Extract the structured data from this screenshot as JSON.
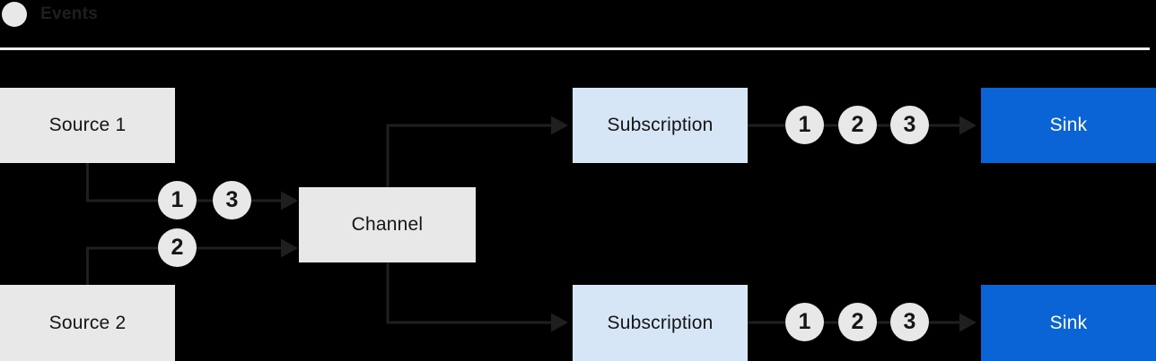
{
  "legend": {
    "label": "Events",
    "icon": "event-circle-icon"
  },
  "nodes": {
    "source1": {
      "label": "Source 1"
    },
    "source2": {
      "label": "Source 2"
    },
    "channel": {
      "label": "Channel"
    },
    "subscription_top": {
      "label": "Subscription"
    },
    "subscription_bottom": {
      "label": "Subscription"
    },
    "sink_top": {
      "label": "Sink"
    },
    "sink_bottom": {
      "label": "Sink"
    }
  },
  "events": {
    "source1_to_channel": [
      "1",
      "3"
    ],
    "source2_to_channel": [
      "2"
    ],
    "subscription_top_to_sink": [
      "1",
      "2",
      "3"
    ],
    "subscription_bottom_to_sink": [
      "1",
      "2",
      "3"
    ]
  },
  "colors": {
    "background": "#000000",
    "node_gray": "#e8e8e8",
    "node_light_blue": "#d6e6f7",
    "node_blue": "#0a64d6",
    "event_circle_fill": "#e8e8e8",
    "text_dark": "#151515",
    "text_light": "#ffffff",
    "connector": "#1f1f1f",
    "divider": "#efefef"
  }
}
